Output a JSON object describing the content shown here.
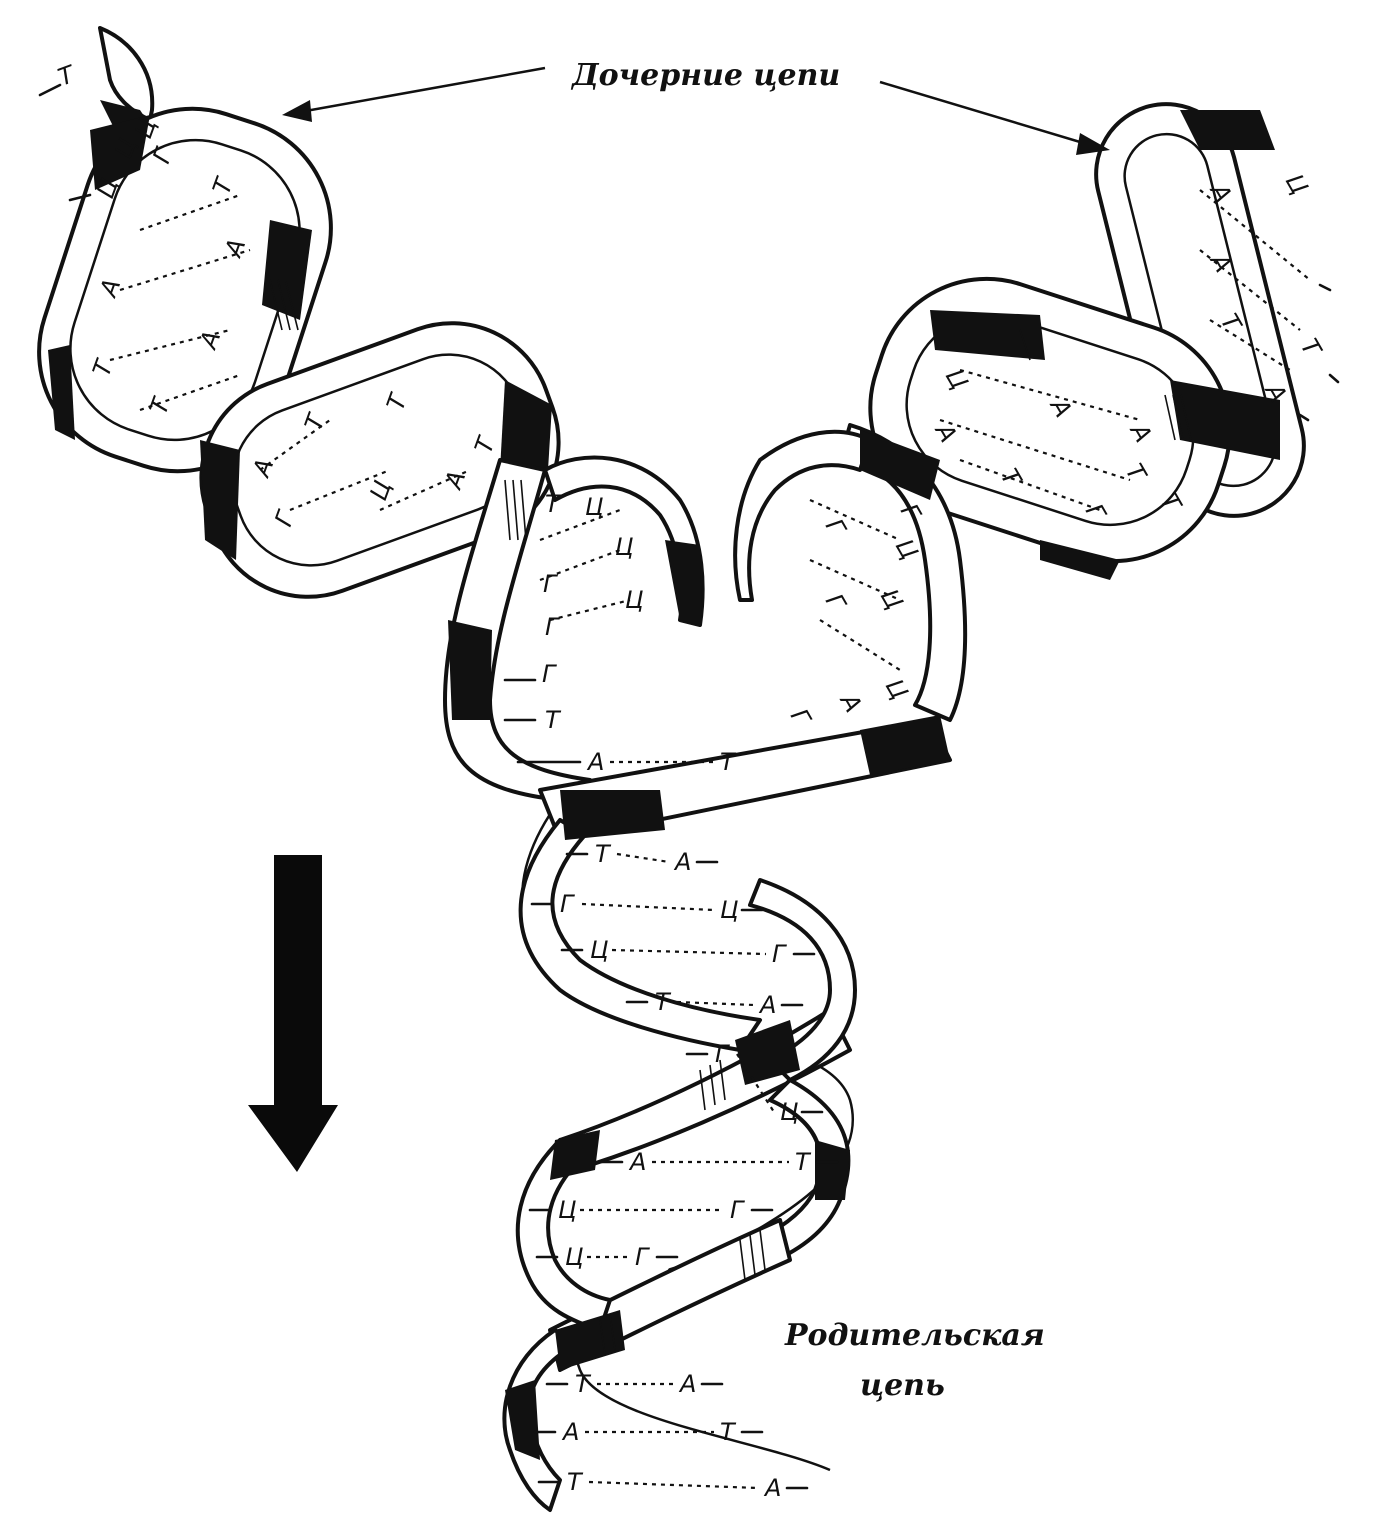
{
  "labels": {
    "daughter_strands": "Дочерние цепи",
    "parental_strand_line1": "Родительская",
    "parental_strand_line2": "цепь"
  },
  "parental_pairs": [
    [
      "Т",
      "А"
    ],
    [
      "Г",
      "Ц"
    ],
    [
      "Ц",
      "Г"
    ],
    [
      "Т",
      "А"
    ],
    [
      "Г",
      "Ц"
    ],
    [
      "А",
      "Т"
    ],
    [
      "Ц",
      "Г"
    ],
    [
      "Ц",
      "Г"
    ],
    [
      "Т",
      "А"
    ],
    [
      "А",
      "Т"
    ],
    [
      "Т",
      "А"
    ]
  ],
  "fork_pairs": [
    [
      "А",
      "Т"
    ]
  ],
  "left_daughter_bases": [
    "Т",
    "Ц",
    "Г",
    "Т",
    "А",
    "А",
    "Т",
    "Т",
    "А",
    "Т",
    "Т",
    "Т",
    "А",
    "Ц",
    "А",
    "Г",
    "Т",
    "Ц",
    "Ц",
    "Г",
    "Ц",
    "Г",
    "Ц",
    "Г",
    "Т",
    "Ц"
  ],
  "right_daughter_bases": [
    "Ц",
    "А",
    "А",
    "Т",
    "Т",
    "А",
    "Ц",
    "А",
    "А",
    "Т",
    "А",
    "Т",
    "Г",
    "Т",
    "Г",
    "Ц",
    "Г",
    "Ц",
    "Г",
    "Ц",
    "А",
    "Г"
  ],
  "colors": {
    "ink": "#111111",
    "paper": "#ffffff"
  }
}
